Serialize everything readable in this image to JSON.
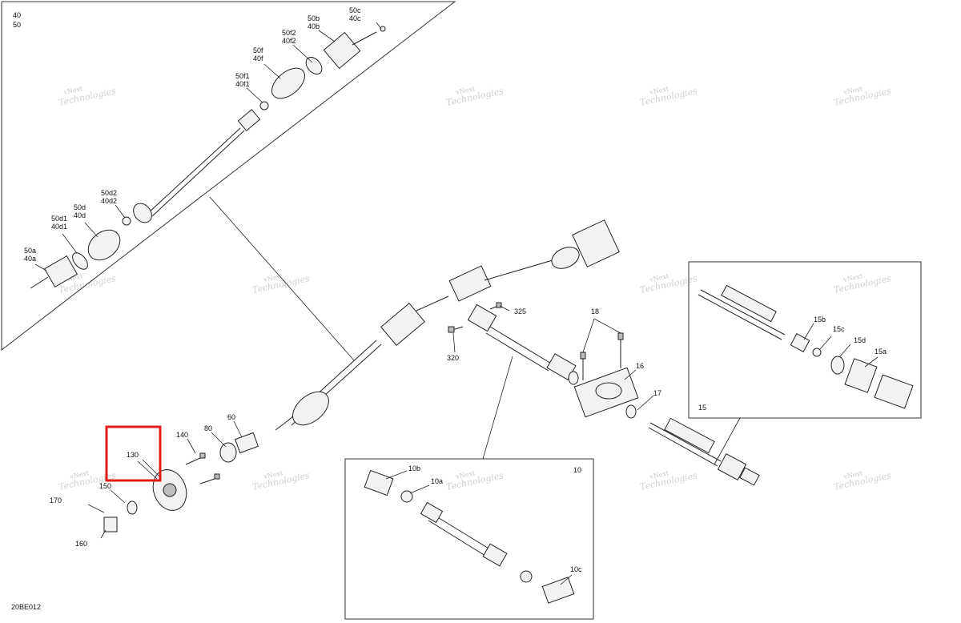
{
  "diagram": {
    "code": "20BE012",
    "header_refs": [
      "40",
      "50"
    ],
    "watermark": [
      "vNext",
      "Technologies"
    ],
    "highlight_label": "130",
    "labels": {
      "l50c": "50c",
      "l40c": "40c",
      "l50b": "50b",
      "l40b": "40b",
      "l50f2": "50f2",
      "l40f2": "40f2",
      "l50f": "50f",
      "l40f": "40f",
      "l50f1": "50f1",
      "l40f1": "40f1",
      "l50d2": "50d2",
      "l40d2": "40d2",
      "l50d": "50d",
      "l40d": "40d",
      "l50d1": "50d1",
      "l40d1": "40d1",
      "l50a": "50a",
      "l40a": "40a",
      "l325": "325",
      "l320": "320",
      "l18": "18",
      "l16": "16",
      "l17": "17",
      "l15b": "15b",
      "l15c": "15c",
      "l15d": "15d",
      "l15a": "15a",
      "l15": "15",
      "l140": "140",
      "l80": "80",
      "l60": "60",
      "l150": "150",
      "l170": "170",
      "l160": "160",
      "l10b": "10b",
      "l10a": "10a",
      "l10": "10",
      "l10c": "10c"
    }
  }
}
